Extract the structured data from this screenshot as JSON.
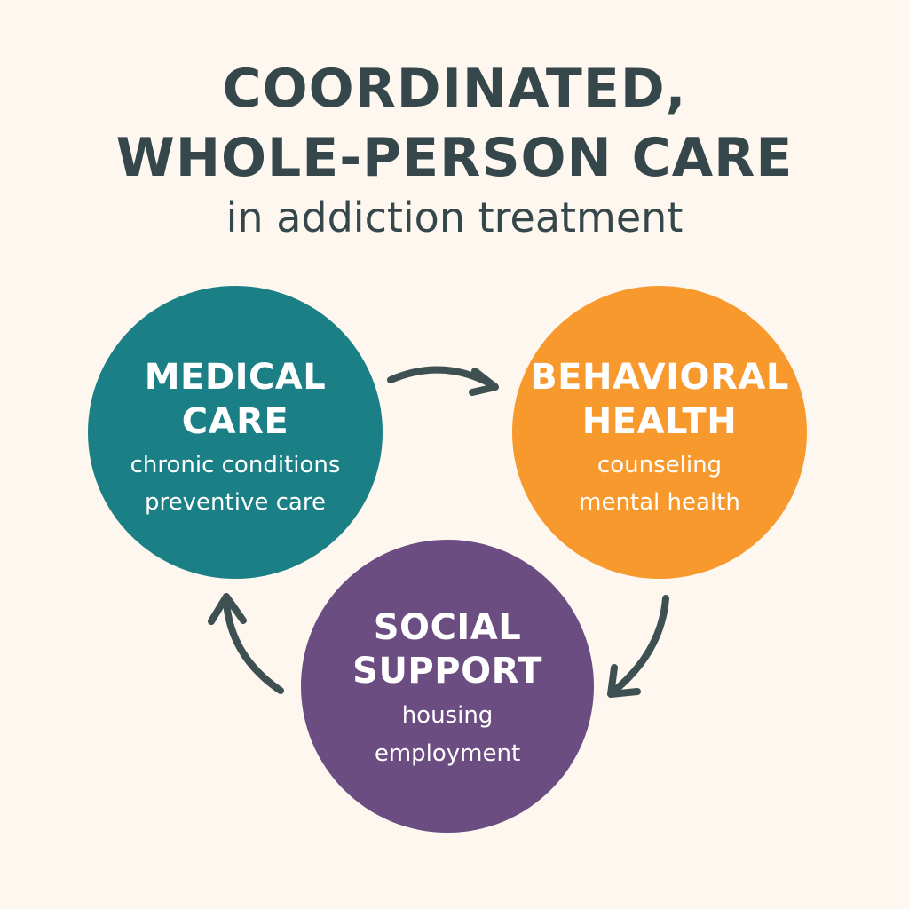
{
  "header": {
    "title_line1": "COORDINATED,",
    "title_line2": "WHOLE-PERSON CARE",
    "subtitle": "in addiction treatment"
  },
  "nodes": [
    {
      "id": "medical-care",
      "heading_line1": "MEDICAL",
      "heading_line2": "CARE",
      "items": [
        "chronic conditions",
        "preventive care"
      ],
      "color": "#1b7f86",
      "heading_color": "#ffffff"
    },
    {
      "id": "behavioral-health",
      "heading_line1": "BEHAVIORAL",
      "heading_line2": "HEALTH",
      "items": [
        "counseling",
        "mental health"
      ],
      "color": "#f7992d",
      "heading_color": "#ffffff"
    },
    {
      "id": "social-support",
      "heading_line1": "SOCIAL",
      "heading_line2": "SUPPORT",
      "items": [
        "housing",
        "employment"
      ],
      "color": "#6b4d82",
      "heading_color": "#ffffff"
    }
  ],
  "edges": [
    {
      "from": "medical-care",
      "to": "behavioral-health"
    },
    {
      "from": "behavioral-health",
      "to": "social-support"
    },
    {
      "from": "social-support",
      "to": "medical-care"
    }
  ],
  "colors": {
    "background": "#fdf7ef",
    "text": "#35474a",
    "arrow": "#3f5052"
  }
}
